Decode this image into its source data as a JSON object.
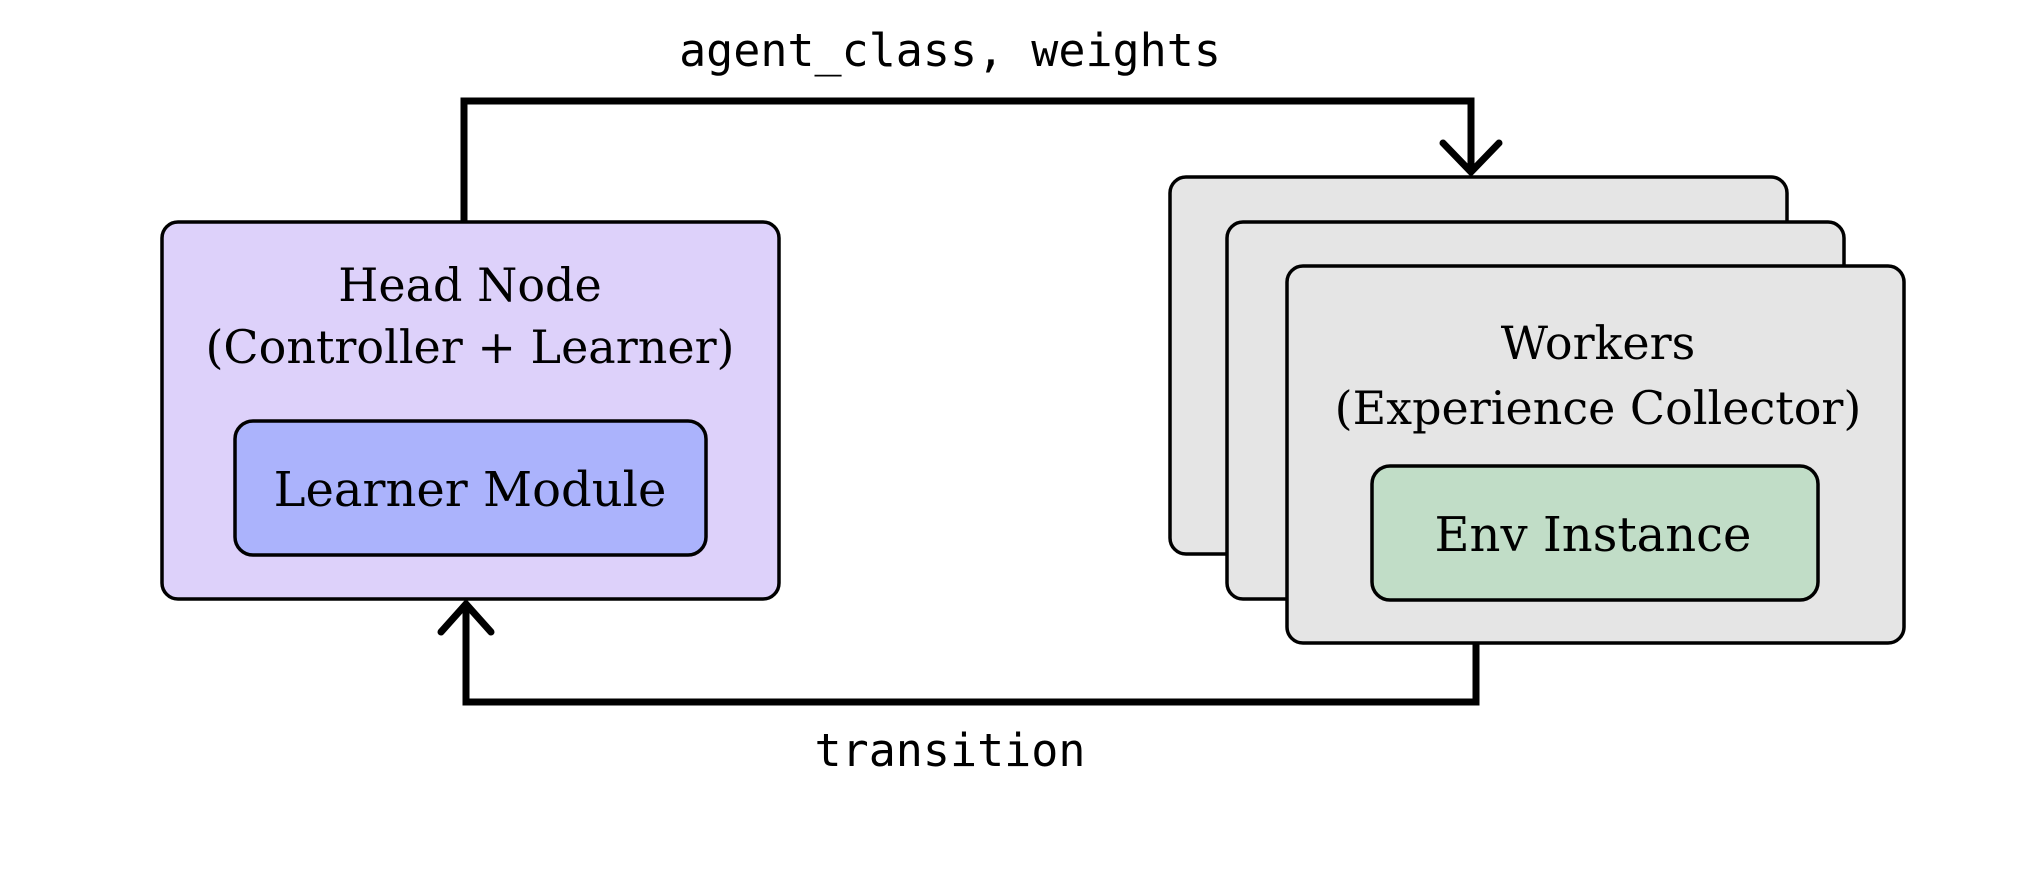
{
  "edges": {
    "top_label": "agent_class, weights",
    "bottom_label": "transition"
  },
  "head_node": {
    "title_line1": "Head Node",
    "title_line2": "(Controller + Learner)",
    "fill": "#ddd1fa",
    "inner": {
      "label": "Learner Module",
      "fill": "#abb3fc"
    }
  },
  "workers": {
    "title_line1": "Workers",
    "title_line2": "(Experience Collector)",
    "fill": "#e5e5e5",
    "inner": {
      "label": "Env Instance",
      "fill": "#c1ddc7"
    }
  },
  "colors": {
    "stroke": "#000000",
    "background": "#ffffff"
  }
}
